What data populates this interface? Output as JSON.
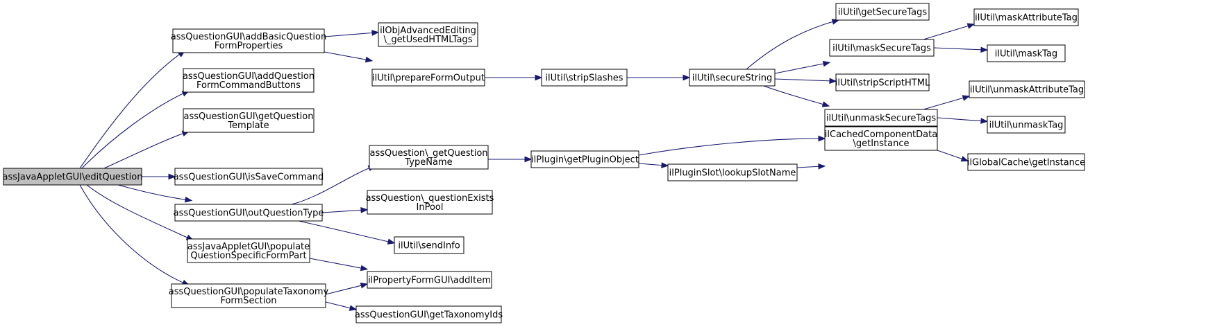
{
  "graph": {
    "type": "call-graph",
    "colors": {
      "edge": "#191970",
      "node_fill": "#ffffff",
      "root_fill": "#bfbfbf",
      "border": "#000000"
    },
    "nodes": [
      {
        "id": "n0",
        "lines": [
          "assJavaAppletGUI\\editQuestion"
        ],
        "root": true
      },
      {
        "id": "n1",
        "lines": [
          "assQuestionGUI\\addBasicQuestion",
          "FormProperties"
        ]
      },
      {
        "id": "n2",
        "lines": [
          "assQuestionGUI\\addQuestion",
          "FormCommandButtons"
        ]
      },
      {
        "id": "n3",
        "lines": [
          "assQuestionGUI\\getQuestion",
          "Template"
        ]
      },
      {
        "id": "n4",
        "lines": [
          "assQuestionGUI\\isSaveCommand"
        ]
      },
      {
        "id": "n5",
        "lines": [
          "assQuestionGUI\\outQuestionType"
        ]
      },
      {
        "id": "n6",
        "lines": [
          "assJavaAppletGUI\\populate",
          "QuestionSpecificFormPart"
        ]
      },
      {
        "id": "n7",
        "lines": [
          "assQuestionGUI\\populateTaxonomy",
          "FormSection"
        ]
      },
      {
        "id": "n8",
        "lines": [
          "ilObjAdvancedEditing",
          "\\_getUsedHTMLTags"
        ]
      },
      {
        "id": "n9",
        "lines": [
          "ilUtil\\prepareFormOutput"
        ]
      },
      {
        "id": "n10",
        "lines": [
          "assQuestion\\_getQuestion",
          "TypeName"
        ]
      },
      {
        "id": "n11",
        "lines": [
          "assQuestion\\_questionExists",
          "InPool"
        ]
      },
      {
        "id": "n12",
        "lines": [
          "ilUtil\\sendInfo"
        ]
      },
      {
        "id": "n13",
        "lines": [
          "ilPropertyFormGUI\\addItem"
        ]
      },
      {
        "id": "n14",
        "lines": [
          "assQuestionGUI\\getTaxonomyIds"
        ]
      },
      {
        "id": "n15",
        "lines": [
          "ilUtil\\stripSlashes"
        ]
      },
      {
        "id": "n16",
        "lines": [
          "ilPlugin\\getPluginObject"
        ]
      },
      {
        "id": "n17",
        "lines": [
          "ilUtil\\secureString"
        ]
      },
      {
        "id": "n18",
        "lines": [
          "ilCachedComponentData",
          "\\getInstance"
        ]
      },
      {
        "id": "n19",
        "lines": [
          "ilPluginSlot\\lookupSlotName"
        ]
      },
      {
        "id": "n20",
        "lines": [
          "ilUtil\\getSecureTags"
        ]
      },
      {
        "id": "n21",
        "lines": [
          "ilUtil\\maskSecureTags"
        ]
      },
      {
        "id": "n22",
        "lines": [
          "ilUtil\\stripScriptHTML"
        ]
      },
      {
        "id": "n23",
        "lines": [
          "ilUtil\\unmaskSecureTags"
        ]
      },
      {
        "id": "n24",
        "lines": [
          "ilGlobalCache\\getInstance"
        ]
      },
      {
        "id": "n25",
        "lines": [
          "ilUtil\\maskAttributeTag"
        ]
      },
      {
        "id": "n26",
        "lines": [
          "ilUtil\\maskTag"
        ]
      },
      {
        "id": "n27",
        "lines": [
          "ilUtil\\unmaskAttributeTag"
        ]
      },
      {
        "id": "n28",
        "lines": [
          "ilUtil\\unmaskTag"
        ]
      }
    ],
    "edges": [
      {
        "from": "n0",
        "to": "n1"
      },
      {
        "from": "n0",
        "to": "n2"
      },
      {
        "from": "n0",
        "to": "n3"
      },
      {
        "from": "n0",
        "to": "n4"
      },
      {
        "from": "n0",
        "to": "n5"
      },
      {
        "from": "n0",
        "to": "n6"
      },
      {
        "from": "n0",
        "to": "n7"
      },
      {
        "from": "n1",
        "to": "n8"
      },
      {
        "from": "n1",
        "to": "n9"
      },
      {
        "from": "n9",
        "to": "n15"
      },
      {
        "from": "n15",
        "to": "n17"
      },
      {
        "from": "n17",
        "to": "n20"
      },
      {
        "from": "n17",
        "to": "n21"
      },
      {
        "from": "n17",
        "to": "n22"
      },
      {
        "from": "n17",
        "to": "n23"
      },
      {
        "from": "n21",
        "to": "n25"
      },
      {
        "from": "n21",
        "to": "n26"
      },
      {
        "from": "n23",
        "to": "n27"
      },
      {
        "from": "n23",
        "to": "n28"
      },
      {
        "from": "n5",
        "to": "n10"
      },
      {
        "from": "n5",
        "to": "n11"
      },
      {
        "from": "n5",
        "to": "n12"
      },
      {
        "from": "n10",
        "to": "n16"
      },
      {
        "from": "n16",
        "to": "n18"
      },
      {
        "from": "n16",
        "to": "n19"
      },
      {
        "from": "n19",
        "to": "n18"
      },
      {
        "from": "n18",
        "to": "n24"
      },
      {
        "from": "n6",
        "to": "n13"
      },
      {
        "from": "n7",
        "to": "n13"
      },
      {
        "from": "n7",
        "to": "n14"
      }
    ]
  }
}
